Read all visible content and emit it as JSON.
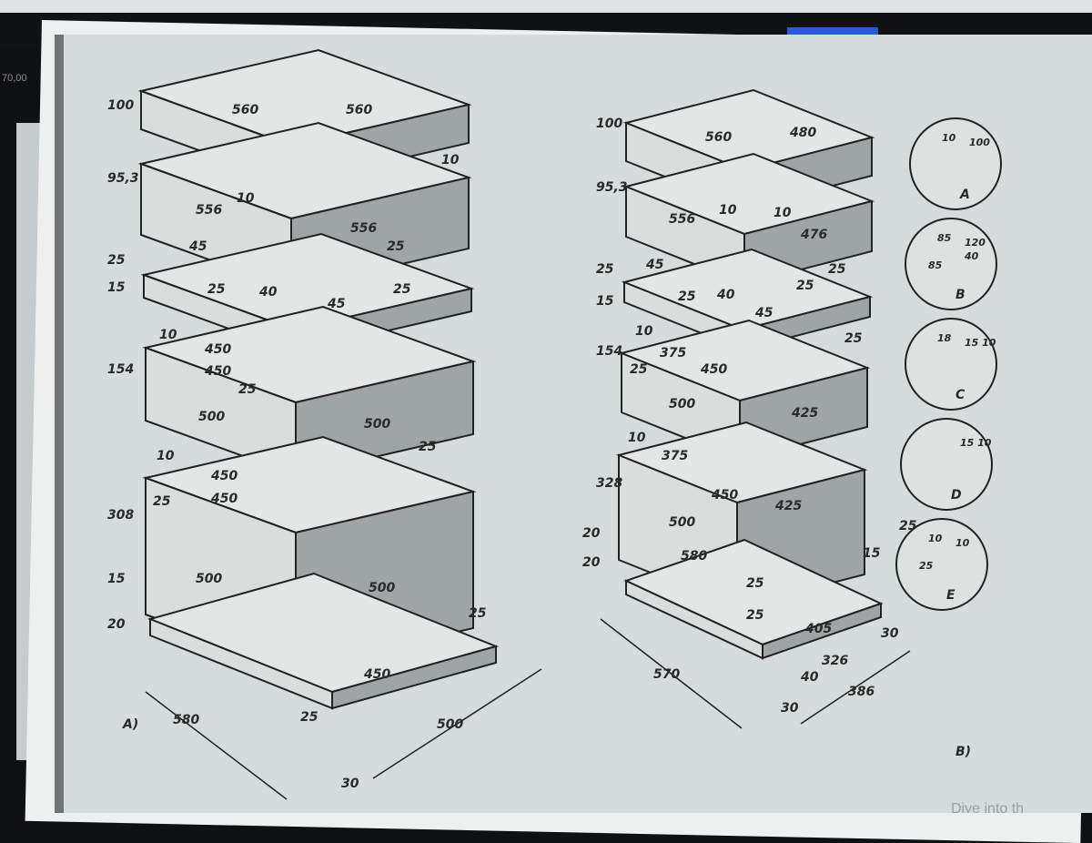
{
  "screen": {
    "side_value": "70,00",
    "bottom_text": "Dive into th"
  },
  "figure": {
    "left_caption": "A)",
    "right_caption": "B)",
    "left_labels": [
      "100",
      "560",
      "560",
      "95,3",
      "556",
      "556",
      "10",
      "10",
      "15",
      "25",
      "45",
      "25",
      "40",
      "45",
      "25",
      "25",
      "154",
      "10",
      "450",
      "450",
      "25",
      "500",
      "500",
      "25",
      "308",
      "10",
      "450",
      "450",
      "25",
      "500",
      "500",
      "20",
      "15",
      "25",
      "450",
      "25",
      "580",
      "500",
      "30"
    ],
    "right_labels": [
      "100",
      "560",
      "480",
      "95,3",
      "556",
      "10",
      "10",
      "476",
      "15",
      "25",
      "45",
      "25",
      "25",
      "40",
      "45",
      "25",
      "154",
      "10",
      "375",
      "450",
      "25",
      "500",
      "425",
      "25",
      "328",
      "10",
      "375",
      "450",
      "425",
      "500",
      "580",
      "20",
      "20",
      "25",
      "15",
      "25",
      "25",
      "405",
      "570",
      "30",
      "326",
      "386",
      "40",
      "30"
    ],
    "detail_circles": [
      {
        "letter": "A",
        "labels": [
          "100",
          "10"
        ]
      },
      {
        "letter": "B",
        "labels": [
          "120",
          "85",
          "85",
          "40"
        ]
      },
      {
        "letter": "C",
        "labels": [
          "15 10",
          "18"
        ]
      },
      {
        "letter": "D",
        "labels": [
          "15 10"
        ]
      },
      {
        "letter": "E",
        "labels": [
          "10",
          "10",
          "25"
        ]
      }
    ]
  }
}
